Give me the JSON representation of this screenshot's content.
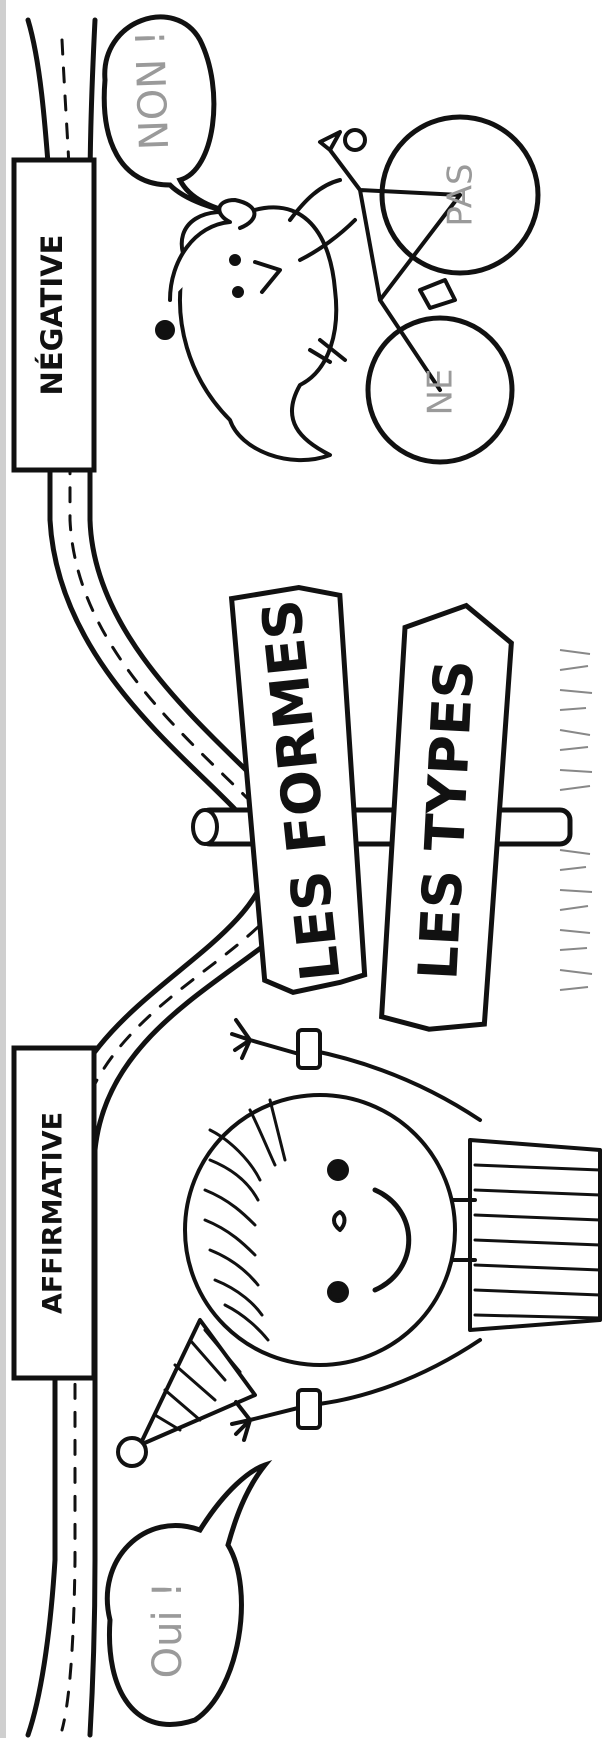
{
  "signs": {
    "affirmative": "AFFIRMATIVE",
    "negative": "NÉGATIVE",
    "forms": "LES FORMES",
    "types": "LES TYPES"
  },
  "bubbles": {
    "yes": "Oui !",
    "no": "NON !"
  },
  "wheels": {
    "front": "PAS",
    "rear": "NE"
  },
  "colors": {
    "ink": "#111111",
    "muted_text": "#9a9a9a",
    "sign_fill": "#ffffff"
  }
}
